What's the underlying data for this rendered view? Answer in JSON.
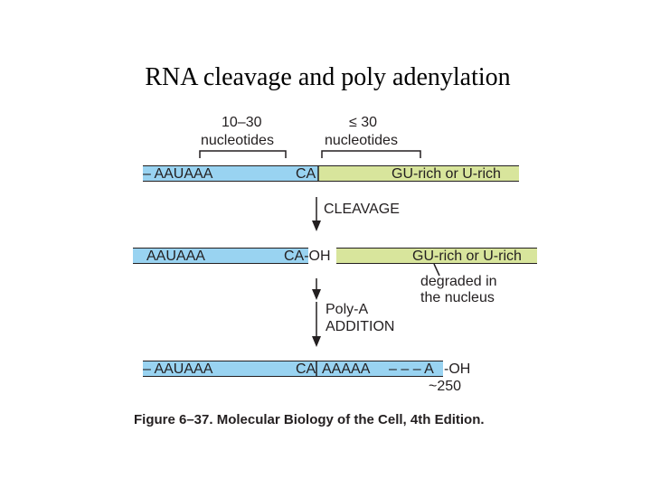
{
  "title": "RNA cleavage and poly adenylation",
  "labels": {
    "left_range": "10–30",
    "left_range_unit": "nucleotides",
    "right_range": "≤ 30",
    "right_range_unit": "nucleotides",
    "row1_left": "– AAUAAA",
    "row1_ca": "CA",
    "row1_right": "GU-rich or U-rich",
    "cleavage": "CLEAVAGE",
    "row2_left": "AAUAAA",
    "row2_ca_oh": "CA-OH",
    "row2_right": "GU-rich or U-rich",
    "degraded_line1": "degraded in",
    "degraded_line2": "the nucleus",
    "polya_line1": "Poly-A",
    "polya_line2": "ADDITION",
    "row3_left": "– AAUAAA",
    "row3_ca": "CA",
    "row3_tail": "AAAAA",
    "row3_dashes": "– – – A",
    "row3_oh": "-OH",
    "tail_length": "~250"
  },
  "colors": {
    "blue_segment": "#99d3f1",
    "green_segment": "#d8e59c",
    "ink": "#231f20"
  },
  "caption": "Figure 6–37. Molecular Biology of the Cell, 4th Edition."
}
